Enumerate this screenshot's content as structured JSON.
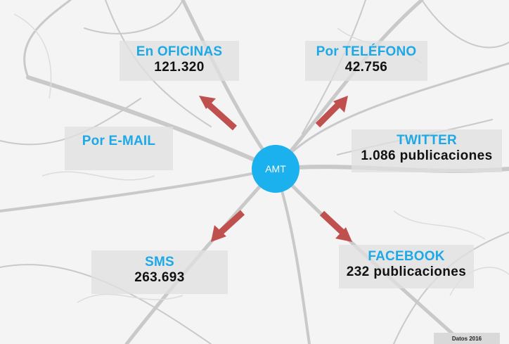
{
  "center": {
    "label": "AMT"
  },
  "channels": {
    "oficinas": {
      "label": "En OFICINAS",
      "value": "121.320"
    },
    "telefono": {
      "label": "Por TELÉFONO",
      "value": "42.756"
    },
    "email": {
      "label": "Por E-MAIL"
    },
    "twitter": {
      "label": "TWITTER",
      "value": "1.086 publicaciones"
    },
    "sms": {
      "label": "SMS",
      "value": "263.693"
    },
    "facebook": {
      "label": "FACEBOOK",
      "value": "232 publicaciones"
    }
  },
  "footer": {
    "note": "Datos 2016"
  },
  "colors": {
    "accent": "#1da9e6",
    "hub": "#1ab1ee",
    "arrow": "#c0504d"
  }
}
